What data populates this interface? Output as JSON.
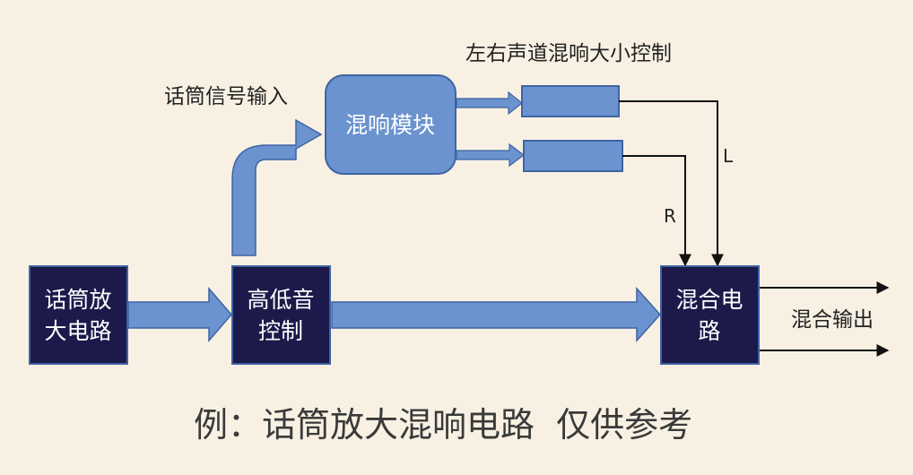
{
  "nodes": {
    "amp": {
      "line1": "话筒放",
      "line2": "大电路"
    },
    "tone": {
      "line1": "高低音",
      "line2": "控制"
    },
    "reverb": {
      "label": "混响模块"
    },
    "mixer": {
      "line1": "混合电",
      "line2": "路"
    }
  },
  "labels": {
    "mic_input": "话筒信号输入",
    "channel_control": "左右声道混响大小控制",
    "channel_L": "L",
    "channel_R": "R",
    "mix_output": "混合输出"
  },
  "caption": "例：话筒放大混响电路  仅供参考",
  "colors": {
    "background": "#f8f1e3",
    "dark_box": "#1c1a4a",
    "blue": "#6a93cf",
    "blue_stroke": "#3f63a3"
  }
}
